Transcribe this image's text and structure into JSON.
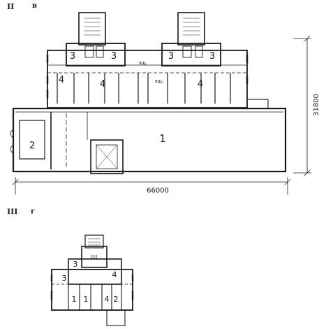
{
  "section_2": {
    "roman": "II",
    "letter": "в"
  },
  "section_3": {
    "roman": "III",
    "letter": "г"
  },
  "plan_v": {
    "hall_number": "1",
    "annex_number": "2",
    "bay_3a": "3",
    "bay_3b": "3",
    "bay_3c": "3",
    "bay_3d": "3",
    "bay_4a": "4",
    "bay_4b": "4",
    "bay_4c": "4",
    "core_a": "эщ.",
    "core_b": "эщ.",
    "width_dimension": "66000",
    "depth_dimension": "31800"
  },
  "plan_g": {
    "r3a": "3",
    "r3b": "3",
    "r4a": "4",
    "r1a": "1",
    "r1b": "1",
    "r4b": "4",
    "r2": "2",
    "core": "Щ"
  }
}
